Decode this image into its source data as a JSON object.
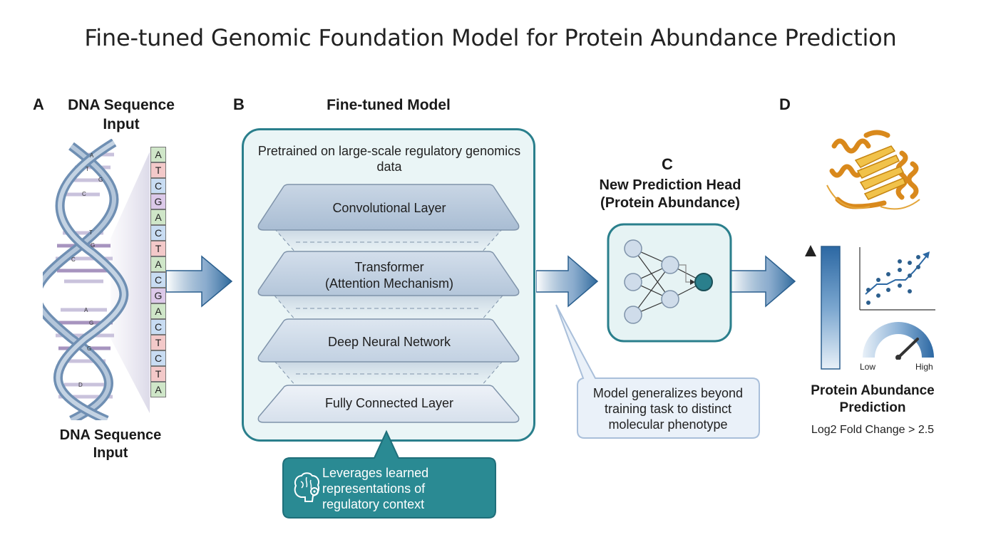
{
  "title": "Fine-tuned Genomic Foundation Model for Protein Abundance Prediction",
  "panel_a": {
    "letter": "A",
    "heading": "DNA Sequence Input",
    "caption": "DNA Sequence Input",
    "sequence": [
      "A",
      "T",
      "C",
      "G",
      "A",
      "C",
      "T",
      "A",
      "C",
      "G",
      "A",
      "C",
      "T",
      "C",
      "T",
      "A"
    ],
    "helix_letters": [
      "A",
      "T",
      "G",
      "C",
      "T",
      "G",
      "C",
      "A",
      "G",
      "G",
      "D"
    ]
  },
  "panel_b": {
    "letter": "B",
    "heading": "Fine-tuned Model",
    "pretrained_text": "Pretrained on large-scale regulatory genomics data",
    "layers": {
      "conv": "Convolutional Layer",
      "transformer_1": "Transformer",
      "transformer_2": "(Attention Mechanism)",
      "dnn": "Deep Neural Network",
      "fc": "Fully Connected Layer"
    },
    "leverage_text": "Leverages learned representations of regulatory context",
    "brain_icon": "brain-gear-icon"
  },
  "panel_c": {
    "letter": "C",
    "heading_1": "New Prediction Head",
    "heading_2": "(Protein Abundance)",
    "callout": "Model generalizes beyond training task to distinct molecular phenotype"
  },
  "panel_d": {
    "letter": "D",
    "gauge_low": "Low",
    "gauge_high": "High",
    "label_1": "Protein Abundance",
    "label_2": "Prediction",
    "fold_change": "Log2 Fold Change > 2.5"
  },
  "colors": {
    "teal": "#2a7f8c",
    "teal_dark": "#1f6f7a",
    "layer_blue": "#b8c9dc",
    "arrow_blue": "#2f6a9c",
    "nuc_A": "#cfe6c8",
    "nuc_T": "#f3c9c9",
    "nuc_C": "#c8dcf2",
    "nuc_G": "#dcc9e9"
  }
}
